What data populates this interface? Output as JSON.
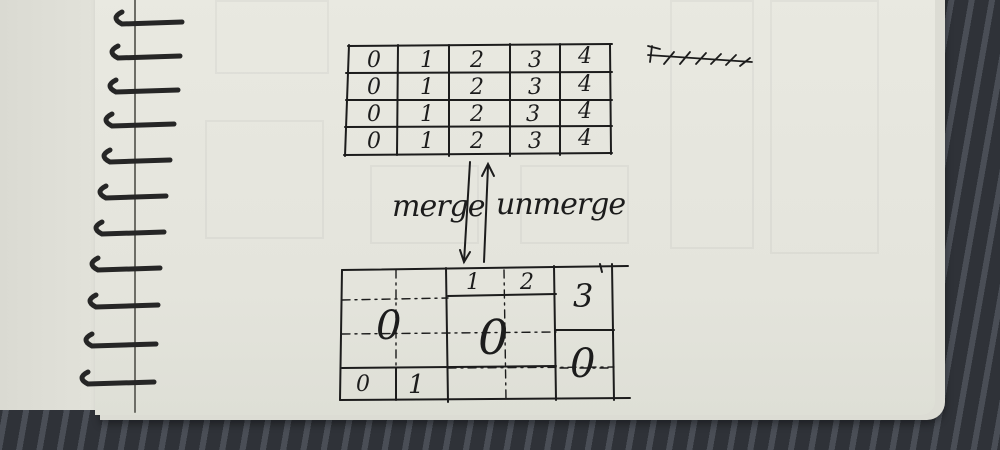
{
  "top_grid": {
    "rows": [
      [
        "0",
        "1",
        "2",
        "3",
        "4"
      ],
      [
        "0",
        "1",
        "2",
        "3",
        "4"
      ],
      [
        "0",
        "1",
        "2",
        "3",
        "4"
      ],
      [
        "0",
        "1",
        "2",
        "3",
        "4"
      ]
    ]
  },
  "arrows": {
    "left_label": "merge",
    "right_label": "unmerge"
  },
  "bottom_grid": {
    "top_cells": [
      "1",
      "2",
      "3"
    ],
    "merged_left": "0",
    "merged_center": "0",
    "merged_right": "0",
    "bottom_cells": [
      "0",
      "1"
    ]
  },
  "colors": {
    "ink": "#1c1c1c",
    "paper": "#e6e6de",
    "coil": "#2a2a2a"
  }
}
